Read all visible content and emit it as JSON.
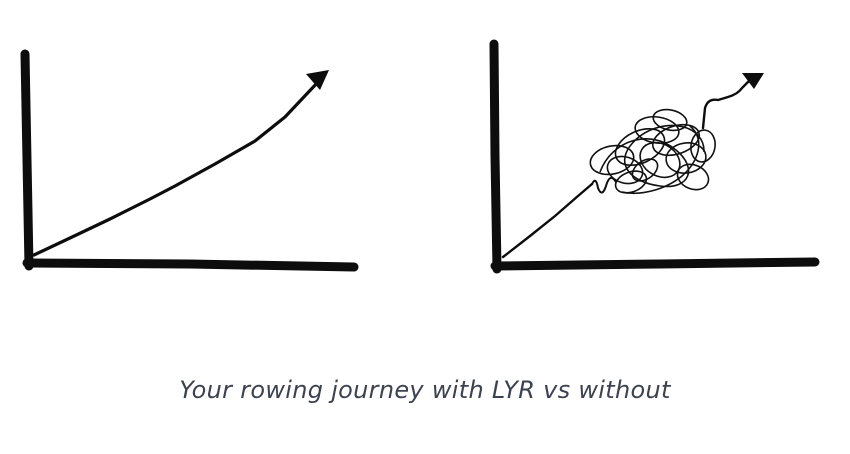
{
  "caption": "Your rowing journey with LYR vs without",
  "colors": {
    "ink": "#0d0d0d",
    "caption_text": "#3d4250",
    "background": "#ffffff"
  },
  "panels": [
    {
      "id": "with-lyr",
      "path_style": "straight-line upward trend"
    },
    {
      "id": "without-lyr",
      "path_style": "tangled scribble before upward trend"
    }
  ]
}
